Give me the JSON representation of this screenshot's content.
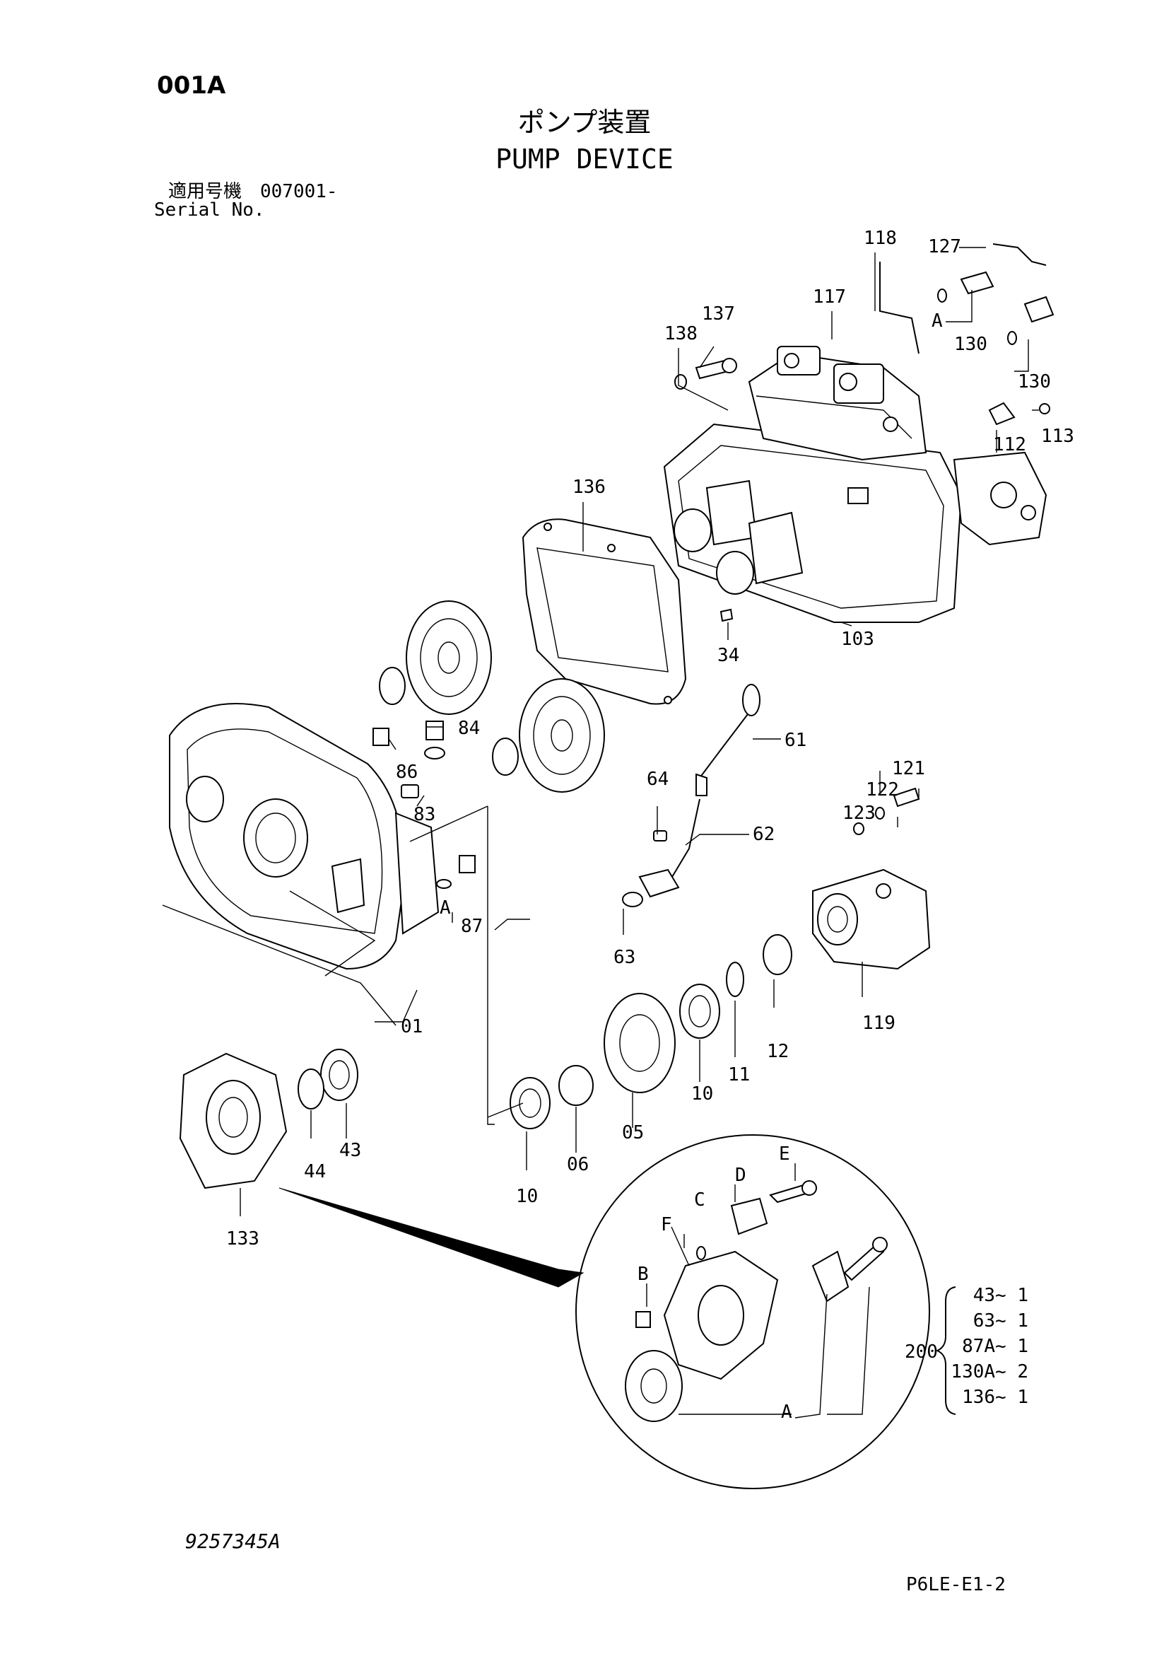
{
  "header": {
    "page_code": "001A",
    "title_jp": "ポンプ装置",
    "title_en": "PUMP DEVICE",
    "serial_label_jp": "適用号機　007001-",
    "serial_label_en": "Serial No."
  },
  "footer": {
    "drawing_number": "9257345A",
    "sheet_code": "P6LE-E1-2"
  },
  "callouts": [
    "118",
    "127",
    "117",
    "137",
    "138",
    "130",
    "A",
    "130",
    "113",
    "112",
    "136",
    "103",
    "34",
    "84",
    "86",
    "83",
    "61",
    "64",
    "62",
    "121",
    "122",
    "123",
    "87",
    "A",
    "63",
    "01",
    "119",
    "12",
    "11",
    "10",
    "05",
    "06",
    "10",
    "44",
    "43",
    "133",
    "E",
    "D",
    "C",
    "F",
    "B",
    "A"
  ],
  "kit": {
    "number": "200",
    "items": [
      "43~ 1",
      "63~ 1",
      "87A~ 1",
      "130A~ 2",
      "136~ 1"
    ]
  },
  "icons": [
    "exploded-view-drawing",
    "detail-magnifier-circle"
  ]
}
